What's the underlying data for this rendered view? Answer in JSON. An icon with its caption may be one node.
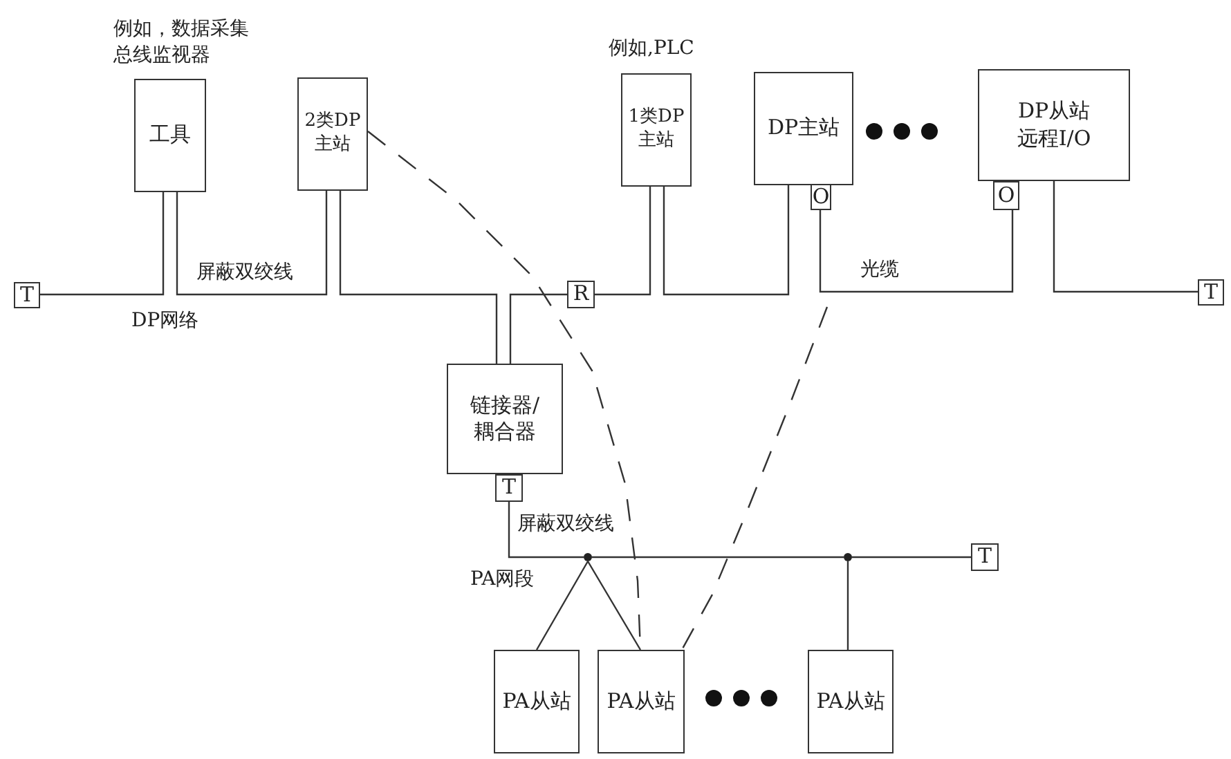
{
  "diagram": {
    "nodes": [
      {
        "text": [
          "工具"
        ],
        "beside": [
          "例如，数据采集总线监视器"
        ]
      },
      {
        "text": [
          "2类DP主站"
        ]
      },
      {
        "text": [
          "1类DP主站"
        ],
        "beside": [
          "例如,PLC"
        ]
      },
      {
        "text": [
          "DP主站"
        ]
      },
      {
        "text": [
          "DP从站远程I/O"
        ]
      },
      {
        "text": [
          "T"
        ]
      },
      {
        "text": [
          "R"
        ]
      },
      {
        "text": [
          "O"
        ]
      },
      {
        "text": [
          "O"
        ]
      },
      {
        "text": [
          "T"
        ]
      },
      {
        "text": [
          "链接器/耦合器"
        ]
      },
      {
        "text": [
          "T"
        ]
      },
      {
        "text": [
          "T"
        ]
      },
      {
        "text": [
          "PA从站"
        ]
      },
      {
        "text": [
          "PA从站"
        ]
      },
      {
        "text": [
          "PA从站"
        ]
      },
      {
        "text": [],
        "shape": "circle"
      },
      {
        "text": [],
        "shape": "circle"
      }
    ],
    "edges": [
      {
        "from": 5,
        "to": 0,
        "arrow": "none"
      },
      {
        "from": 0,
        "to": 1,
        "arrow": "none",
        "label": "屏蔽双绞线"
      },
      {
        "from": 1,
        "to": 10,
        "arrow": "none"
      },
      {
        "from": 10,
        "to": 6,
        "arrow": "none"
      },
      {
        "from": 6,
        "to": 2,
        "arrow": "none"
      },
      {
        "from": 2,
        "to": 3,
        "arrow": "none"
      },
      {
        "from": 7,
        "to": 8,
        "arrow": "none",
        "label": "光缆"
      },
      {
        "from": 4,
        "to": 9,
        "arrow": "none"
      },
      {
        "from": 11,
        "to": 16,
        "arrow": "none",
        "label": "屏蔽双绞线"
      },
      {
        "from": 16,
        "to": 13,
        "arrow": "none"
      },
      {
        "from": 16,
        "to": 14,
        "arrow": "none"
      },
      {
        "from": 16,
        "to": 17,
        "arrow": "none"
      },
      {
        "from": 17,
        "to": 15,
        "arrow": "none"
      },
      {
        "from": 17,
        "to": 12,
        "arrow": "none"
      },
      {
        "from": 1,
        "to": 14,
        "arrow": "none",
        "style": "dashed"
      },
      {
        "from": null,
        "to": 14,
        "arrow": "none",
        "style": "dashed"
      }
    ],
    "labels": [
      "DP网络",
      "PA网段"
    ]
  }
}
